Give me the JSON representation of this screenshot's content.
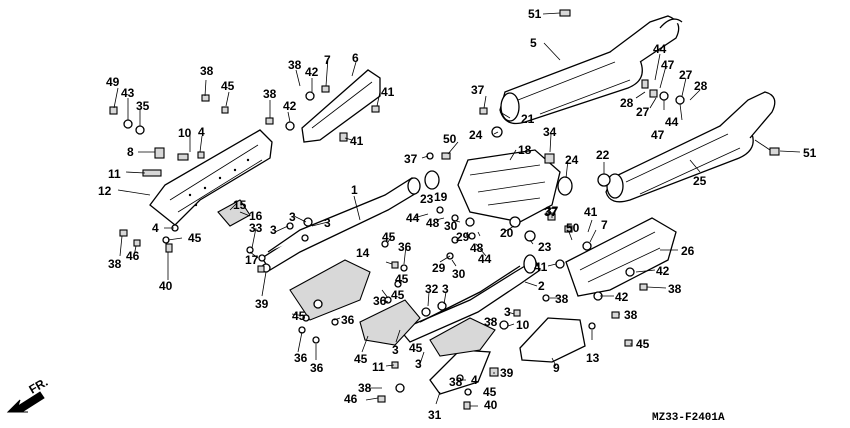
{
  "diagram": {
    "code": "MZ33-F2401A",
    "direction_label": "FR.",
    "colors": {
      "line": "#000000",
      "background": "#ffffff",
      "shade": "#d8d8d8"
    },
    "icons": [
      "front-direction-arrow-icon"
    ],
    "labels": [
      {
        "text": "51"
      },
      {
        "text": "5"
      },
      {
        "text": "44"
      },
      {
        "text": "47"
      },
      {
        "text": "27"
      },
      {
        "text": "28"
      },
      {
        "text": "28"
      },
      {
        "text": "27"
      },
      {
        "text": "47"
      },
      {
        "text": "44"
      },
      {
        "text": "37"
      },
      {
        "text": "21"
      },
      {
        "text": "24"
      },
      {
        "text": "34"
      },
      {
        "text": "50"
      },
      {
        "text": "37"
      },
      {
        "text": "18"
      },
      {
        "text": "24"
      },
      {
        "text": "22"
      },
      {
        "text": "25"
      },
      {
        "text": "51"
      },
      {
        "text": "19"
      },
      {
        "text": "23"
      },
      {
        "text": "37"
      },
      {
        "text": "49"
      },
      {
        "text": "43"
      },
      {
        "text": "35"
      },
      {
        "text": "38"
      },
      {
        "text": "45"
      },
      {
        "text": "7"
      },
      {
        "text": "38"
      },
      {
        "text": "42"
      },
      {
        "text": "6"
      },
      {
        "text": "38"
      },
      {
        "text": "42"
      },
      {
        "text": "41"
      },
      {
        "text": "41"
      },
      {
        "text": "10"
      },
      {
        "text": "4"
      },
      {
        "text": "8"
      },
      {
        "text": "11"
      },
      {
        "text": "12"
      },
      {
        "text": "1"
      },
      {
        "text": "15"
      },
      {
        "text": "16"
      },
      {
        "text": "33"
      },
      {
        "text": "4"
      },
      {
        "text": "45"
      },
      {
        "text": "38"
      },
      {
        "text": "46"
      },
      {
        "text": "40"
      },
      {
        "text": "17"
      },
      {
        "text": "3"
      },
      {
        "text": "3"
      },
      {
        "text": "3"
      },
      {
        "text": "39"
      },
      {
        "text": "44"
      },
      {
        "text": "48"
      },
      {
        "text": "30"
      },
      {
        "text": "29"
      },
      {
        "text": "48"
      },
      {
        "text": "20"
      },
      {
        "text": "23"
      },
      {
        "text": "44"
      },
      {
        "text": "29"
      },
      {
        "text": "30"
      },
      {
        "text": "37"
      },
      {
        "text": "50"
      },
      {
        "text": "41"
      },
      {
        "text": "7"
      },
      {
        "text": "26"
      },
      {
        "text": "41"
      },
      {
        "text": "42"
      },
      {
        "text": "38"
      },
      {
        "text": "2"
      },
      {
        "text": "38"
      },
      {
        "text": "42"
      },
      {
        "text": "38"
      },
      {
        "text": "45"
      },
      {
        "text": "36"
      },
      {
        "text": "14"
      },
      {
        "text": "45"
      },
      {
        "text": "36"
      },
      {
        "text": "45"
      },
      {
        "text": "36"
      },
      {
        "text": "45"
      },
      {
        "text": "36"
      },
      {
        "text": "36"
      },
      {
        "text": "45"
      },
      {
        "text": "32"
      },
      {
        "text": "3"
      },
      {
        "text": "3"
      },
      {
        "text": "3"
      },
      {
        "text": "38"
      },
      {
        "text": "10"
      },
      {
        "text": "45"
      },
      {
        "text": "3"
      },
      {
        "text": "11"
      },
      {
        "text": "39"
      },
      {
        "text": "9"
      },
      {
        "text": "13"
      },
      {
        "text": "45"
      },
      {
        "text": "38"
      },
      {
        "text": "46"
      },
      {
        "text": "4"
      },
      {
        "text": "45"
      },
      {
        "text": "38"
      },
      {
        "text": "40"
      },
      {
        "text": "31"
      }
    ]
  }
}
